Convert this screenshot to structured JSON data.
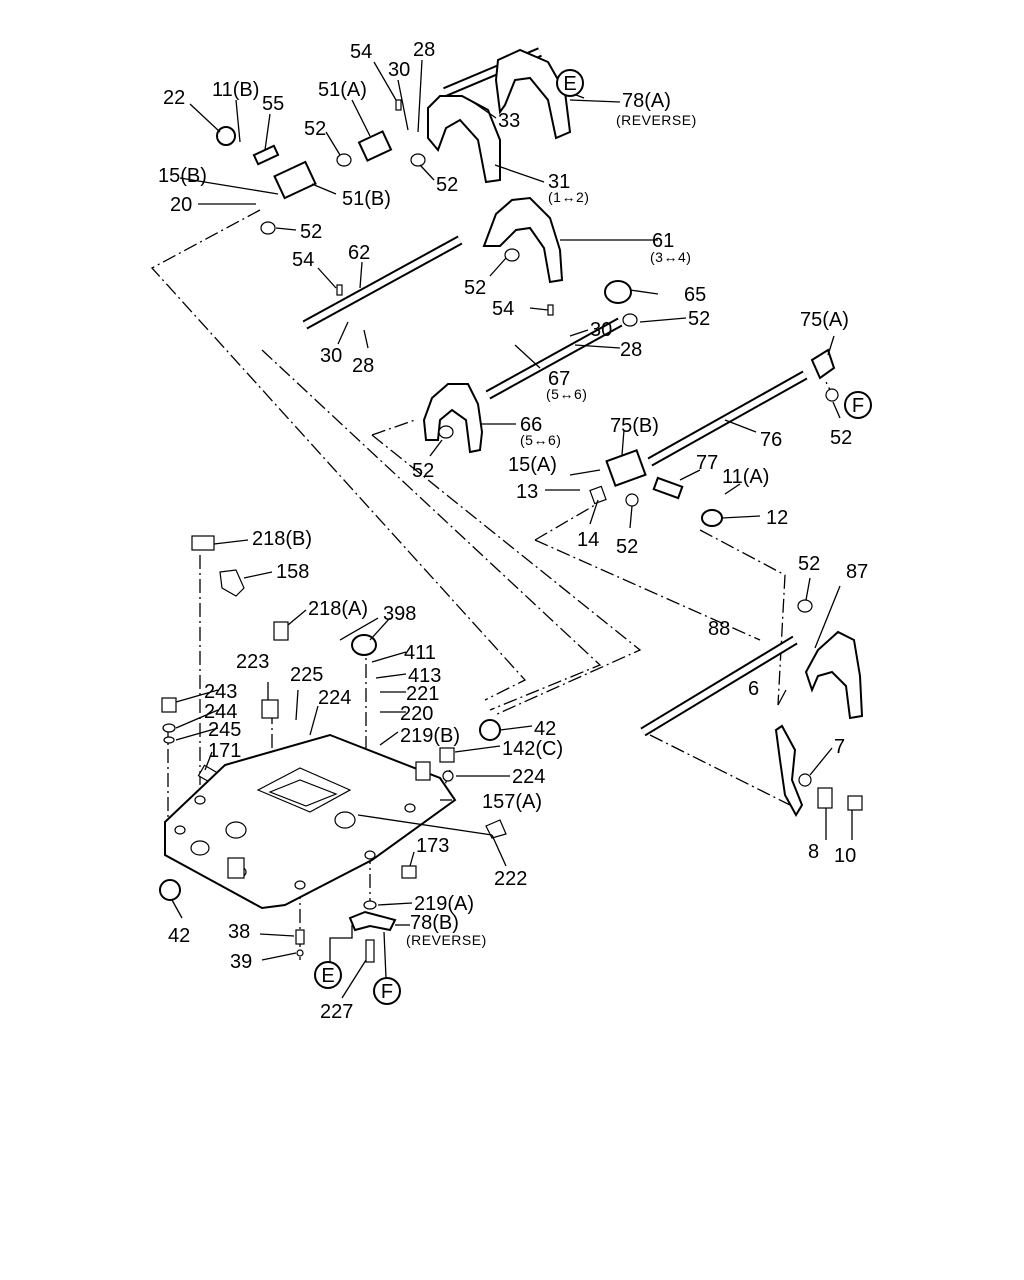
{
  "labels": {
    "l22": "22",
    "l11b": "11(B)",
    "l55": "55",
    "l51a": "51(A)",
    "l54a": "54",
    "l30a": "30",
    "l28a": "28",
    "l78a": "78(A)",
    "l78a_sub": "(REVERSE)",
    "l33": "33",
    "l52a": "52",
    "l52b": "52",
    "l31": "31",
    "l31_sub": "(1↔2)",
    "l15b": "15(B)",
    "l20": "20",
    "l51b": "51(B)",
    "l52c": "52",
    "l61": "61",
    "l61_sub": "(3↔4)",
    "l62": "62",
    "l54b": "54",
    "l52d": "52",
    "l65": "65",
    "l54c": "54",
    "l52e": "52",
    "l30b": "30",
    "l28b": "28",
    "l30c": "30",
    "l28c": "28",
    "l67": "67",
    "l67_sub": "(5↔6)",
    "l75a": "75(A)",
    "l66": "66",
    "l66_sub": "(5↔6)",
    "l52f": "52",
    "l75b": "75(B)",
    "l76": "76",
    "l52g": "52",
    "l15a": "15(A)",
    "l77": "77",
    "l11a": "11(A)",
    "l13": "13",
    "l12": "12",
    "l14": "14",
    "l52h": "52",
    "l218b": "218(B)",
    "l158": "158",
    "l218a": "218(A)",
    "l398": "398",
    "l52i": "52",
    "l87": "87",
    "l88": "88",
    "l223": "223",
    "l225": "225",
    "l411": "411",
    "l413": "413",
    "l224a": "224",
    "l221": "221",
    "l220": "220",
    "l243": "243",
    "l244": "244",
    "l245": "245",
    "l171": "171",
    "l219b": "219(B)",
    "l42a": "42",
    "l142c": "142(C)",
    "l6": "6",
    "l224b": "224",
    "l157a": "157(A)",
    "l7": "7",
    "l173": "173",
    "l222": "222",
    "l8": "8",
    "l10": "10",
    "l42b": "42",
    "l219a": "219(A)",
    "l78b": "78(B)",
    "l78b_sub": "(REVERSE)",
    "l38": "38",
    "l39": "39",
    "l227": "227"
  },
  "markers": {
    "e_top": "E",
    "f_top": "F",
    "e_bottom": "E",
    "f_bottom": "F"
  }
}
